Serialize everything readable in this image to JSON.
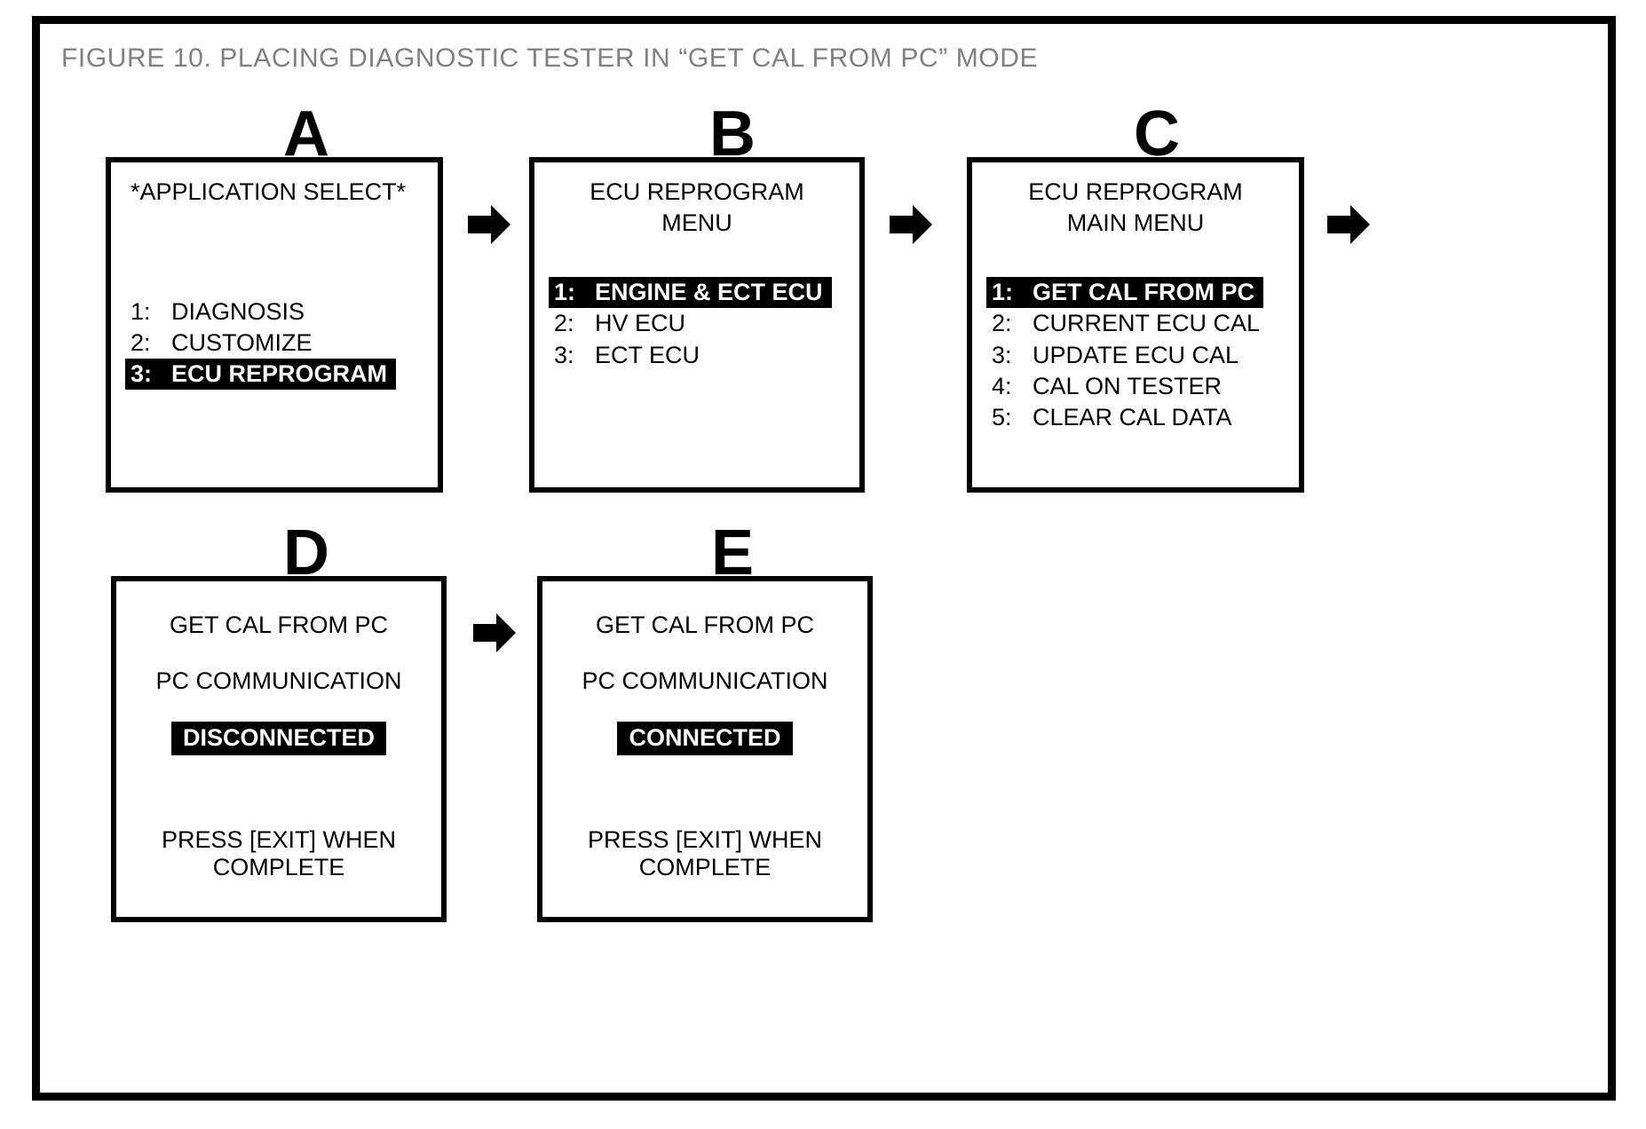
{
  "figure": {
    "title": "FIGURE 10.  PLACING DIAGNOSTIC TESTER IN “GET CAL FROM PC” MODE",
    "title_color": "#808080",
    "frame_color": "#000000",
    "background_color": "#ffffff",
    "highlight_background": "#000000",
    "highlight_text_color": "#ffffff"
  },
  "panels": [
    {
      "letter": "A",
      "title_lines": [
        "*APPLICATION SELECT*"
      ],
      "title_align": "left",
      "items": [
        {
          "index": "1:",
          "label": "DIAGNOSIS",
          "selected": false
        },
        {
          "index": "2:",
          "label": "CUSTOMIZE",
          "selected": false
        },
        {
          "index": "3:",
          "label": "ECU REPROGRAM",
          "selected": true
        }
      ]
    },
    {
      "letter": "B",
      "title_lines": [
        "ECU REPROGRAM",
        "MENU"
      ],
      "title_align": "center",
      "items": [
        {
          "index": "1:",
          "label": "ENGINE & ECT ECU",
          "selected": true
        },
        {
          "index": "2:",
          "label": "HV ECU",
          "selected": false
        },
        {
          "index": "3:",
          "label": "ECT ECU",
          "selected": false
        }
      ]
    },
    {
      "letter": "C",
      "title_lines": [
        "ECU REPROGRAM",
        "MAIN MENU"
      ],
      "title_align": "center",
      "items": [
        {
          "index": "1:",
          "label": "GET CAL FROM PC",
          "selected": true
        },
        {
          "index": "2:",
          "label": "CURRENT ECU CAL",
          "selected": false
        },
        {
          "index": "3:",
          "label": "UPDATE ECU CAL",
          "selected": false
        },
        {
          "index": "4:",
          "label": "CAL ON TESTER",
          "selected": false
        },
        {
          "index": "5:",
          "label": "CLEAR CAL DATA",
          "selected": false
        }
      ]
    },
    {
      "letter": "D",
      "heading": "GET CAL FROM PC",
      "subheading": "PC COMMUNICATION",
      "status": "DISCONNECTED",
      "footer_lines": [
        "PRESS [EXIT] WHEN",
        "COMPLETE"
      ]
    },
    {
      "letter": "E",
      "heading": "GET CAL FROM PC",
      "subheading": "PC COMMUNICATION",
      "status": "CONNECTED",
      "footer_lines": [
        "PRESS [EXIT] WHEN",
        "COMPLETE"
      ]
    }
  ],
  "arrows": [
    {
      "name": "arrow-a-to-b"
    },
    {
      "name": "arrow-b-to-c"
    },
    {
      "name": "arrow-c-to-d"
    },
    {
      "name": "arrow-d-to-e"
    }
  ],
  "icons": {
    "arrow_right": "right-arrow-icon"
  }
}
